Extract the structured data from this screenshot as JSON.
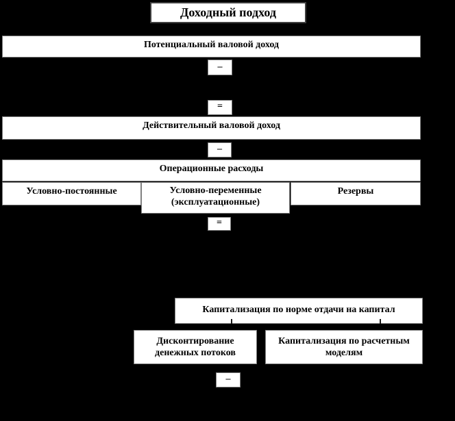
{
  "diagram": {
    "title": "Доходный подход",
    "boxes": {
      "pgi": "Потенциальный валовой доход",
      "egi": "Действительный валовой доход",
      "opex": "Операционные расходы",
      "fixed": "Условно-постоянные",
      "variable": "Условно-переменные (эксплуатационные)",
      "reserves": "Резервы",
      "cap_rate": "Капитализация по норме отдачи на капитал",
      "dcf": "Дисконтирование денежных потоков",
      "cap_models": "Капитализация по расчетным моделям"
    },
    "operators": {
      "minus1": "–",
      "equals1": "=",
      "minus2": "–",
      "equals2": "=",
      "minus3": "–"
    },
    "colors": {
      "background": "#000000",
      "box_fill": "#ffffff",
      "box_border": "#7f7f7f",
      "title_border": "#3f3f3f",
      "text": "#000000"
    }
  }
}
